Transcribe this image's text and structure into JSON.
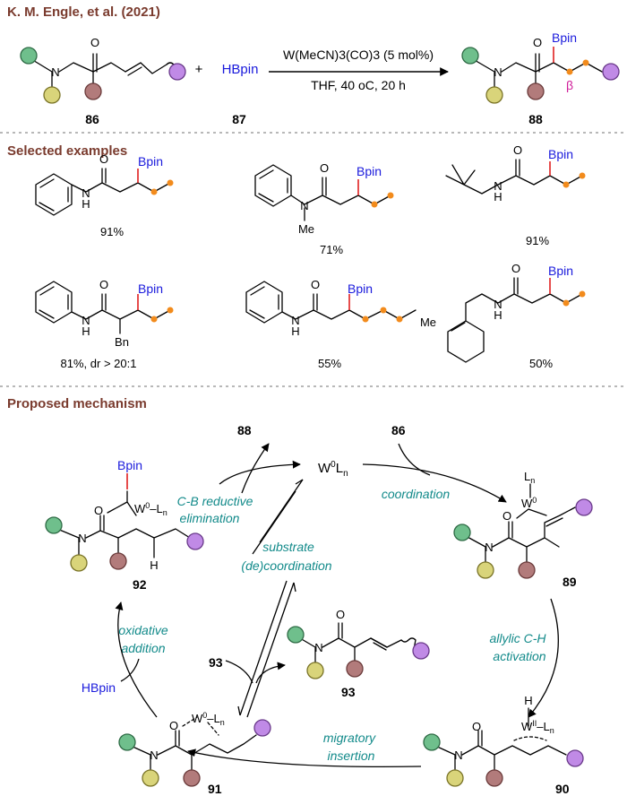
{
  "colors": {
    "header": "#7a3b2e",
    "blue": "#1a1adc",
    "teal": "#128a8a",
    "magenta": "#d01e9a",
    "red": "#e02020",
    "orange": "#f28b1c",
    "green_fill": "#6fbf8c",
    "green_stroke": "#2e6b45",
    "yellow_fill": "#d9d47a",
    "yellow_stroke": "#7a7428",
    "brown_fill": "#b27b7b",
    "brown_stroke": "#6b3b3b",
    "purple_fill": "#c08ae6",
    "purple_stroke": "#6a3a8a",
    "divider": "#b8b8b8"
  },
  "headers": {
    "reference": "K. M. Engle, et al. (2021)",
    "examples": "Selected examples",
    "mechanism": "Proposed mechanism"
  },
  "top_reaction": {
    "plus": "+",
    "reagent": "HBpin",
    "conditions_line1": "W(MeCN)3(CO)3 (5 mol%)",
    "conditions_line2": "THF, 40 oC, 20 h",
    "beta": "β",
    "labels": [
      "86",
      "87",
      "88"
    ]
  },
  "examples": [
    {
      "yield": "91%"
    },
    {
      "yield": "71%"
    },
    {
      "yield": "91%"
    },
    {
      "yield": "81%, dr > 20:1"
    },
    {
      "yield": "55%"
    },
    {
      "yield": "50%"
    }
  ],
  "atoms": {
    "O": "O",
    "N": "N",
    "H": "H",
    "NH": "H\nN",
    "Me": "Me",
    "Bn": "Bn",
    "Bpin": "Bpin"
  },
  "mechanism": {
    "catalyst": "W0Ln",
    "catalyst_plain": "W",
    "catalyst_sup": "0",
    "catalyst_L": "L",
    "catalyst_sub": "n",
    "steps": {
      "reductive_elimination_1": "C-B reductive",
      "reductive_elimination_2": "elimination",
      "coordination": "coordination",
      "substrate_1": "substrate",
      "substrate_2": "(de)coordination",
      "activation_1": "allylic C-H",
      "activation_2": "activation",
      "oxidative_1": "oxidative",
      "oxidative_2": "addition",
      "migratory_1": "migratory",
      "migratory_2": "insertion"
    },
    "labels": {
      "c86": "86",
      "c88": "88",
      "c89": "89",
      "c90": "90",
      "c91": "91",
      "c92": "92",
      "c93": "93",
      "c93b": "93"
    },
    "hbpin": "HBpin",
    "w_ii": "II"
  }
}
